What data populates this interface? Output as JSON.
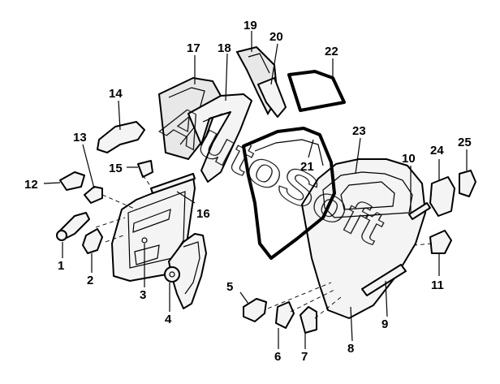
{
  "labels": [
    "1",
    "2",
    "3",
    "4",
    "5",
    "6",
    "7",
    "8",
    "9",
    "10",
    "11",
    "12",
    "13",
    "14",
    "15",
    "16",
    "17",
    "18",
    "19",
    "20",
    "21",
    "22",
    "23",
    "24",
    "25"
  ],
  "watermark": "AutoSoft"
}
